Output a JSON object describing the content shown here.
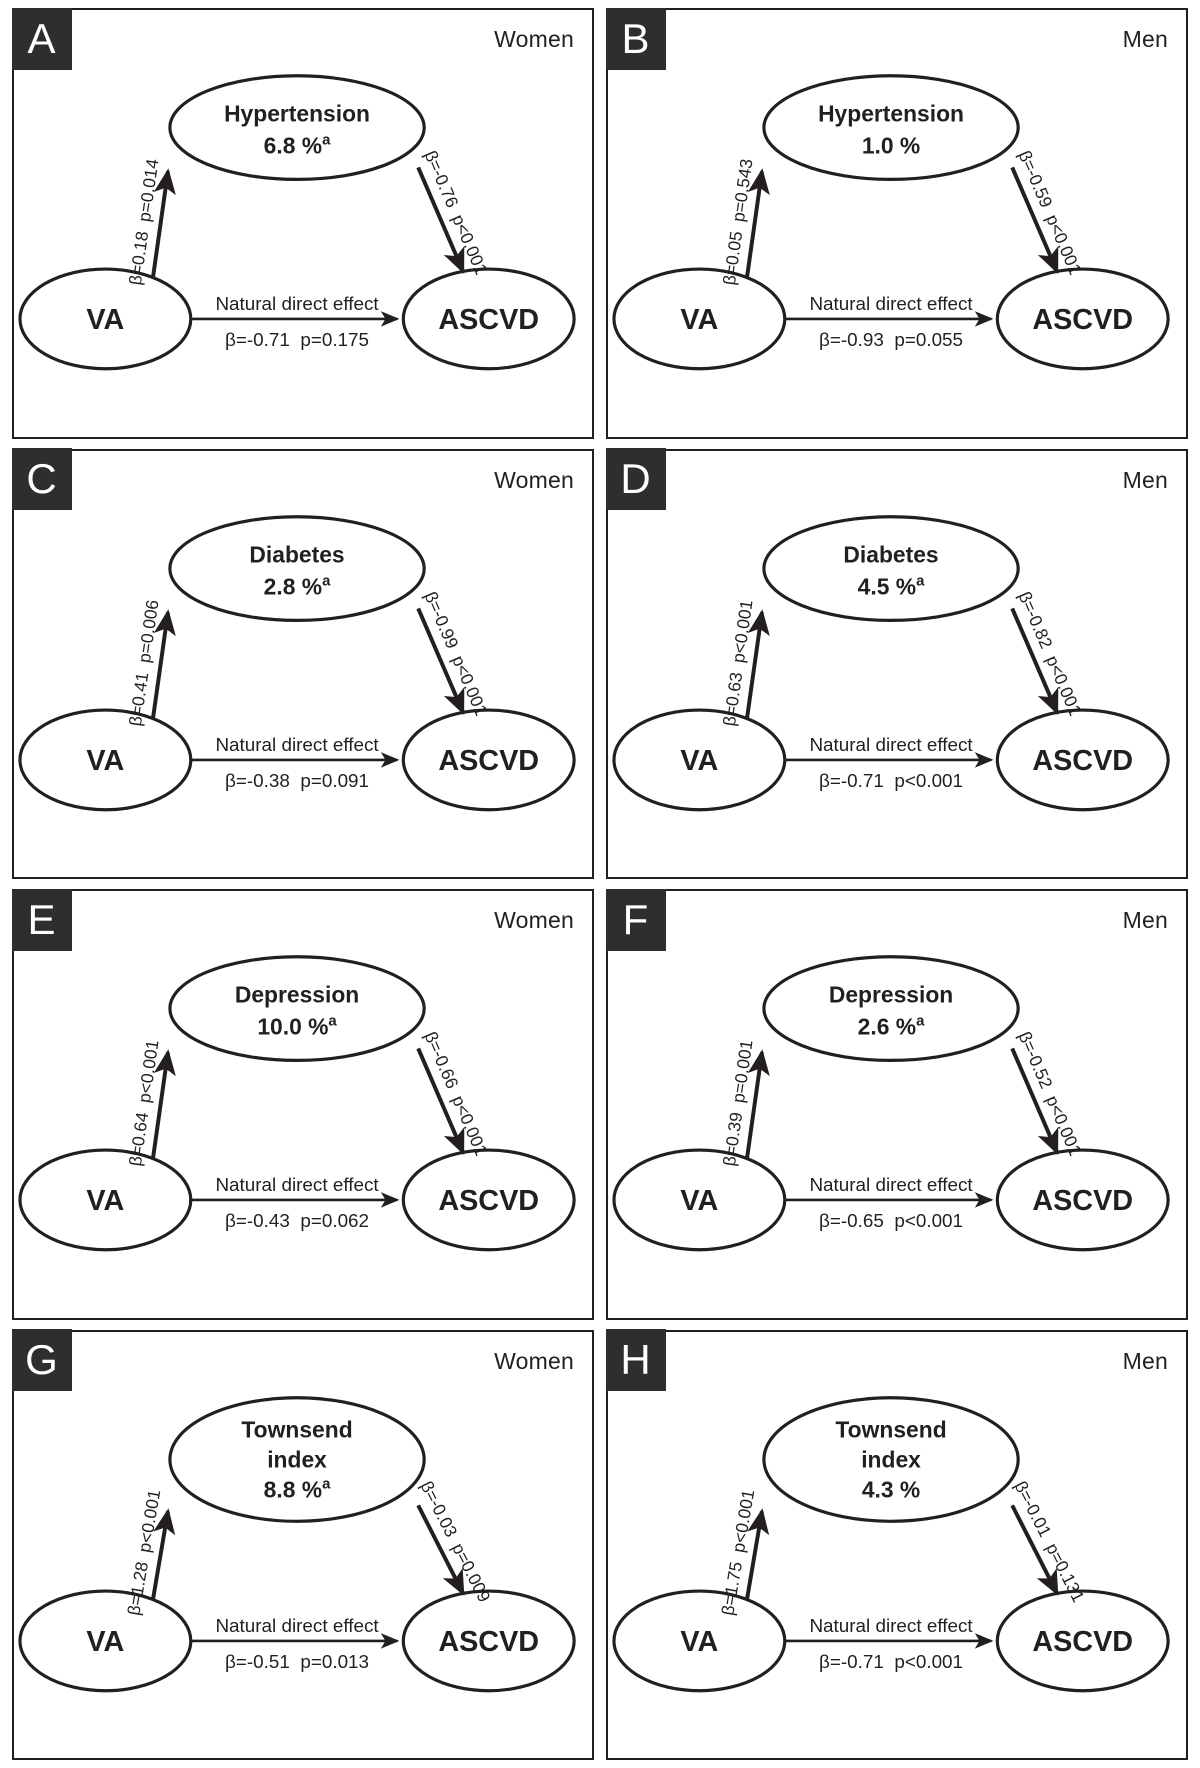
{
  "figure": {
    "type": "mediation-path-diagram-grid",
    "columns": 2,
    "rows": 4,
    "exposure_label": "VA",
    "outcome_label": "ASCVD",
    "direct_effect_label": "Natural direct effect",
    "superscript_marker": "a"
  },
  "panels": [
    {
      "letter": "A",
      "group": "Women",
      "mediator_name": "Hypertension",
      "mediator_pct": "6.8 %",
      "mediator_sup": "a",
      "path_a": {
        "beta": "β=0.18",
        "p": "p=0.014"
      },
      "path_b": {
        "beta": "β=-0.76",
        "p": "p<0.001"
      },
      "direct": {
        "label": "Natural direct effect",
        "beta": "β=-0.71",
        "p": "p=0.175"
      },
      "exposure": "VA",
      "outcome": "ASCVD"
    },
    {
      "letter": "B",
      "group": "Men",
      "mediator_name": "Hypertension",
      "mediator_pct": "1.0 %",
      "mediator_sup": "",
      "path_a": {
        "beta": "β=0.05",
        "p": "p=0.543"
      },
      "path_b": {
        "beta": "β=-0.59",
        "p": "p<0.001"
      },
      "direct": {
        "label": "Natural direct effect",
        "beta": "β=-0.93",
        "p": "p=0.055"
      },
      "exposure": "VA",
      "outcome": "ASCVD"
    },
    {
      "letter": "C",
      "group": "Women",
      "mediator_name": "Diabetes",
      "mediator_pct": "2.8 %",
      "mediator_sup": "a",
      "path_a": {
        "beta": "β=0.41",
        "p": "p=0.006"
      },
      "path_b": {
        "beta": "β=-0.99",
        "p": "p<0.001"
      },
      "direct": {
        "label": "Natural direct effect",
        "beta": "β=-0.38",
        "p": "p=0.091"
      },
      "exposure": "VA",
      "outcome": "ASCVD"
    },
    {
      "letter": "D",
      "group": "Men",
      "mediator_name": "Diabetes",
      "mediator_pct": "4.5 %",
      "mediator_sup": "a",
      "path_a": {
        "beta": "β=0.63",
        "p": "p<0.001"
      },
      "path_b": {
        "beta": "β=-0.82",
        "p": "p<0.001"
      },
      "direct": {
        "label": "Natural direct effect",
        "beta": "β=-0.71",
        "p": "p<0.001"
      },
      "exposure": "VA",
      "outcome": "ASCVD"
    },
    {
      "letter": "E",
      "group": "Women",
      "mediator_name": "Depression",
      "mediator_pct": "10.0 %",
      "mediator_sup": "a",
      "path_a": {
        "beta": "β=0.64",
        "p": "p<0.001"
      },
      "path_b": {
        "beta": "β=-0.66",
        "p": "p<0.001"
      },
      "direct": {
        "label": "Natural direct effect",
        "beta": "β=-0.43",
        "p": "p=0.062"
      },
      "exposure": "VA",
      "outcome": "ASCVD"
    },
    {
      "letter": "F",
      "group": "Men",
      "mediator_name": "Depression",
      "mediator_pct": "2.6 %",
      "mediator_sup": "a",
      "path_a": {
        "beta": "β=0.39",
        "p": "p=0.001"
      },
      "path_b": {
        "beta": "β=-0.52",
        "p": "p<0.001"
      },
      "direct": {
        "label": "Natural direct effect",
        "beta": "β=-0.65",
        "p": "p<0.001"
      },
      "exposure": "VA",
      "outcome": "ASCVD"
    },
    {
      "letter": "G",
      "group": "Women",
      "mediator_name": "Townsend index",
      "mediator_name_line1": "Townsend",
      "mediator_name_line2": "index",
      "mediator_pct": "8.8 %",
      "mediator_sup": "a",
      "path_a": {
        "beta": "β=1.28",
        "p": "p<0.001"
      },
      "path_b": {
        "beta": "β=-0.03",
        "p": "p=0.009"
      },
      "direct": {
        "label": "Natural direct effect",
        "beta": "β=-0.51",
        "p": "p=0.013"
      },
      "exposure": "VA",
      "outcome": "ASCVD"
    },
    {
      "letter": "H",
      "group": "Men",
      "mediator_name": "Townsend index",
      "mediator_name_line1": "Townsend",
      "mediator_name_line2": "index",
      "mediator_pct": "4.3 %",
      "mediator_sup": "",
      "path_a": {
        "beta": "β=1.75",
        "p": "p<0.001"
      },
      "path_b": {
        "beta": "β=-0.01",
        "p": "p=0.131"
      },
      "direct": {
        "label": "Natural direct effect",
        "beta": "β=-0.71",
        "p": "p<0.001"
      },
      "exposure": "VA",
      "outcome": "ASCVD"
    }
  ],
  "colors": {
    "ink": "#231f20",
    "letter_badge_bg": "#2f2d2e",
    "letter_badge_fg": "#ffffff",
    "background": "#ffffff"
  }
}
